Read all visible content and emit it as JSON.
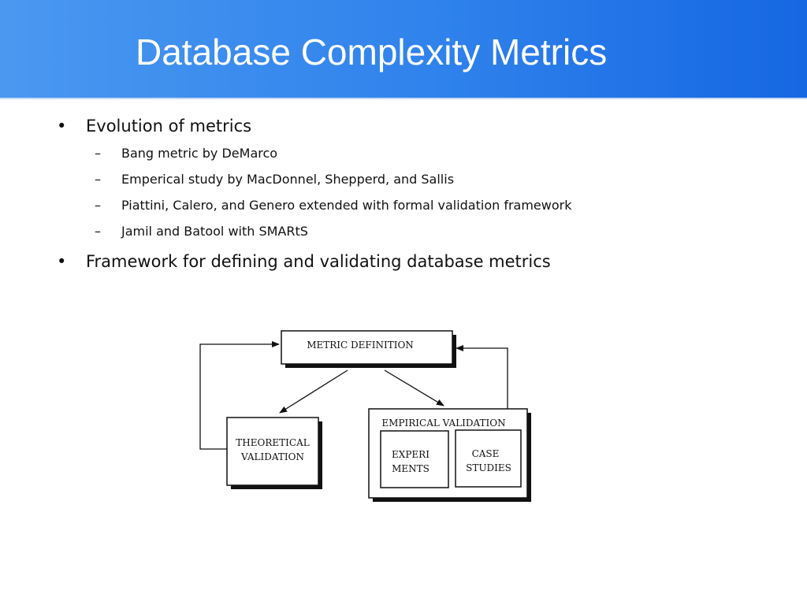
{
  "slide": {
    "title": "Database Complexity Metrics",
    "bullets": [
      {
        "text": "Evolution of metrics",
        "sub": [
          "Bang metric by DeMarco",
          "Emperical study by MacDonnel, Shepperd, and Sallis",
          "Piattini, Calero, and Genero extended with formal validation framework",
          "Jamil and Batool with SMARtS"
        ]
      },
      {
        "text": "Framework for defining and validating database metrics",
        "sub": []
      }
    ],
    "bullet_mark": "•",
    "sub_mark": "–"
  },
  "diagram": {
    "metric_definition": "METRIC DEFINITION",
    "theoretical_line1": "THEORETICAL",
    "theoretical_line2": "VALIDATION",
    "empirical": "EMPIRICAL VALIDATION",
    "experiments_line1": "EXPERI",
    "experiments_line2": "MENTS",
    "case_line1": "CASE",
    "case_line2": "STUDIES"
  },
  "colors": {
    "title_bar_start": "#4a98f0",
    "title_bar_end": "#1667e2",
    "title_text": "#ffffff"
  }
}
